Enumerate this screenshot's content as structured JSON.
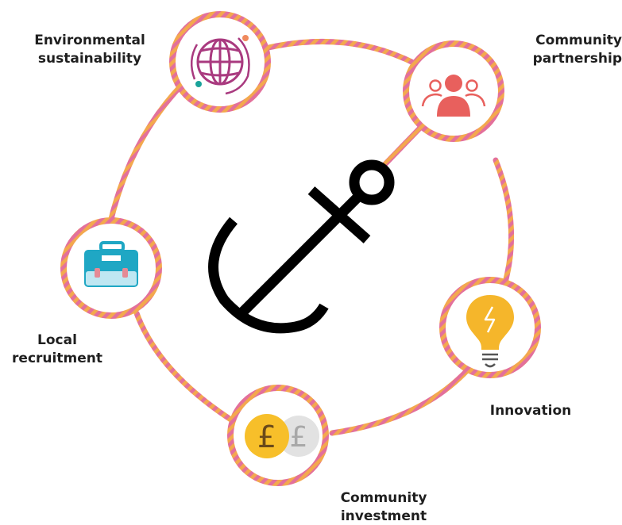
{
  "colors": {
    "rope_pink": "#e3709b",
    "rope_orange": "#f3a84e",
    "anchor": "#000000",
    "globe": "#a93a7f",
    "globe_dot_orange": "#f08a5d",
    "globe_dot_teal": "#1aa39a",
    "people": "#e8605d",
    "briefcase": "#1fa7c4",
    "briefcase_light": "#bfe7f2",
    "briefcase_clasp": "#e58a95",
    "bulb": "#f5b62b",
    "coin_gold": "#f7bf2a",
    "coin_grey": "#e2e2e2"
  },
  "nodes": [
    {
      "id": "environmental-sustainability",
      "icon": "globe-icon",
      "label_lines": [
        "Environmental",
        "sustainability"
      ]
    },
    {
      "id": "community-partnership",
      "icon": "people-icon",
      "label_lines": [
        "Community",
        "partnership"
      ]
    },
    {
      "id": "innovation",
      "icon": "lightbulb-icon",
      "label_lines": [
        "Innovation"
      ]
    },
    {
      "id": "community-investment",
      "icon": "pound-coins-icon",
      "label_lines": [
        "Community",
        "investment"
      ]
    },
    {
      "id": "local-recruitment",
      "icon": "briefcase-icon",
      "label_lines": [
        "Local",
        "recruitment"
      ]
    }
  ],
  "center_icon": "anchor-icon",
  "coin_symbol": "£"
}
